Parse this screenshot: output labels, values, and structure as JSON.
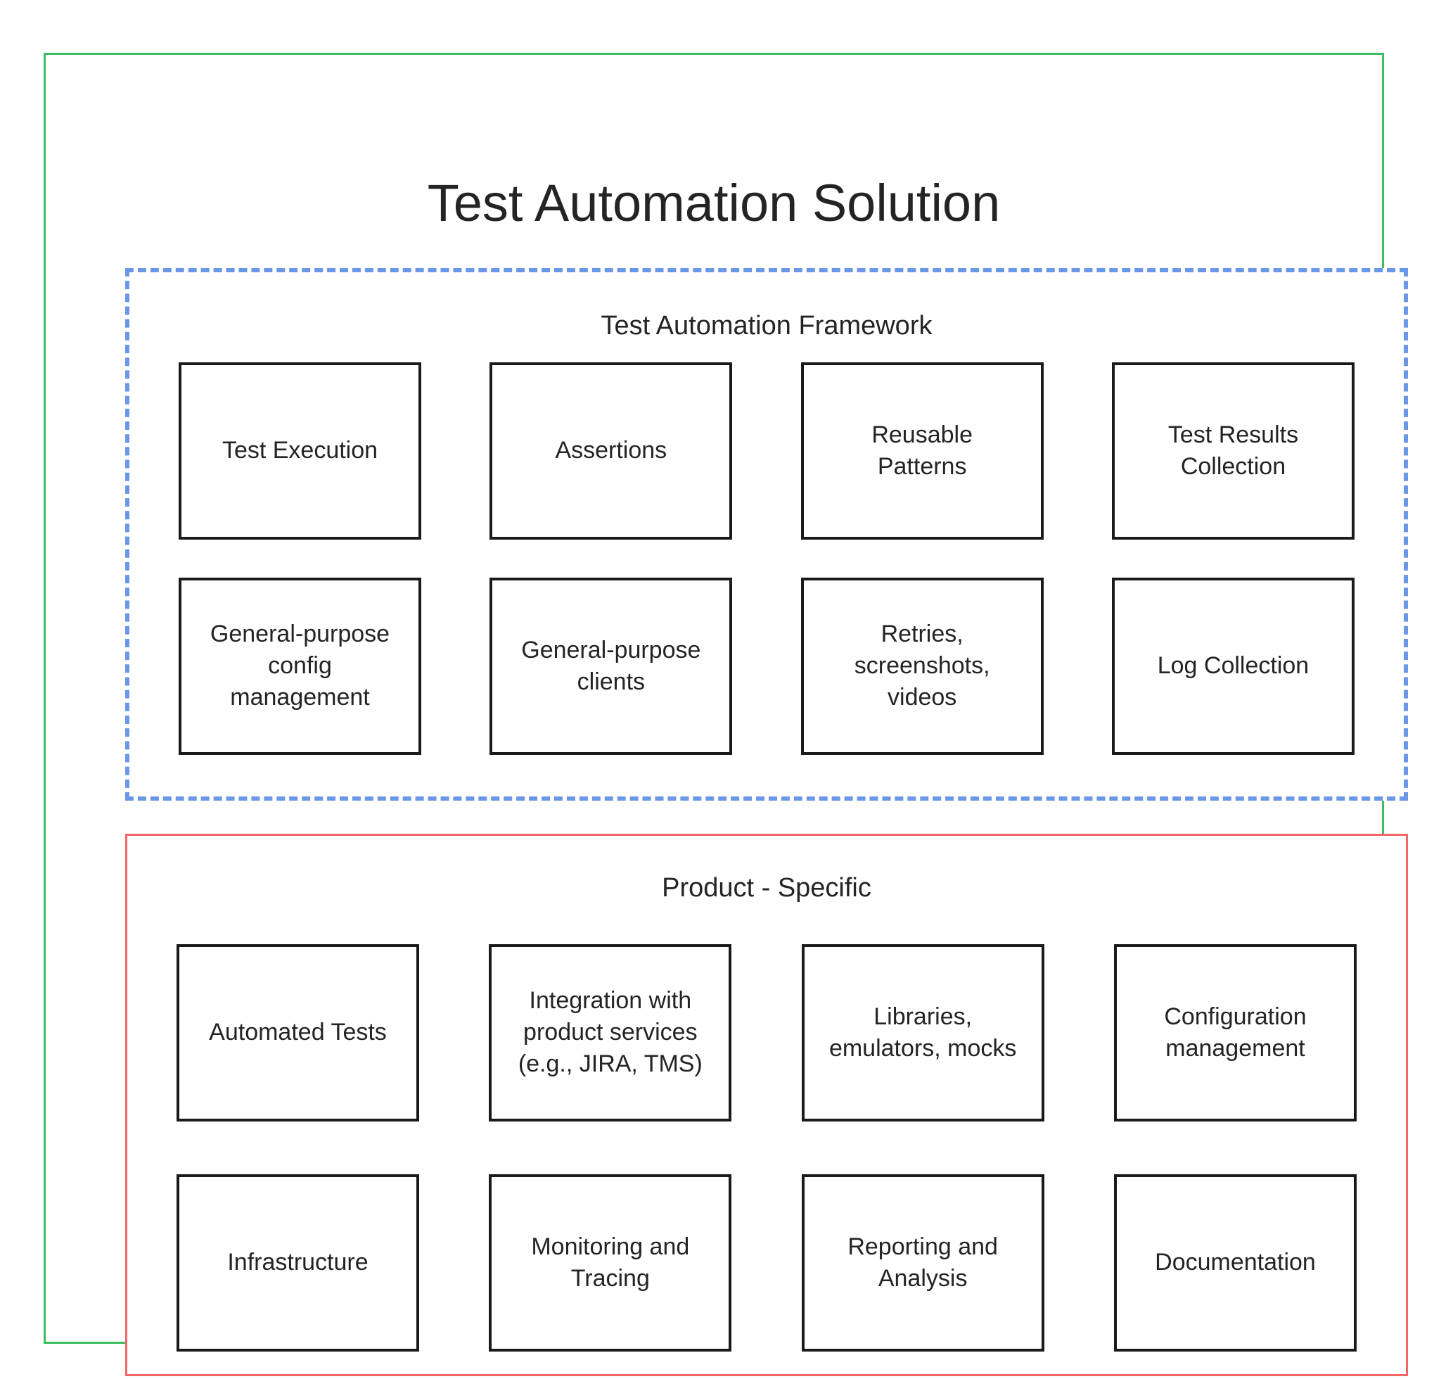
{
  "title": "Test Automation Solution",
  "colors": {
    "outer-border": "#3cbd62",
    "framework-border": "#6b97e8",
    "product-border": "#f56767",
    "box-border": "#1a1a1a",
    "text": "#242424"
  },
  "sections": [
    {
      "label": "Test Automation Framework",
      "border_style": "dashed-blue",
      "boxes": [
        "Test Execution",
        "Assertions",
        "Reusable Patterns",
        "Test Results Collection",
        "General-purpose config management",
        "General-purpose clients",
        "Retries, screenshots, videos",
        "Log Collection"
      ]
    },
    {
      "label": "Product - Specific",
      "border_style": "solid-red",
      "boxes": [
        "Automated Tests",
        "Integration with product services (e.g., JIRA, TMS)",
        "Libraries, emulators, mocks",
        "Configuration management",
        "Infrastructure",
        "Monitoring and Tracing",
        "Reporting and Analysis",
        "Documentation"
      ]
    }
  ]
}
